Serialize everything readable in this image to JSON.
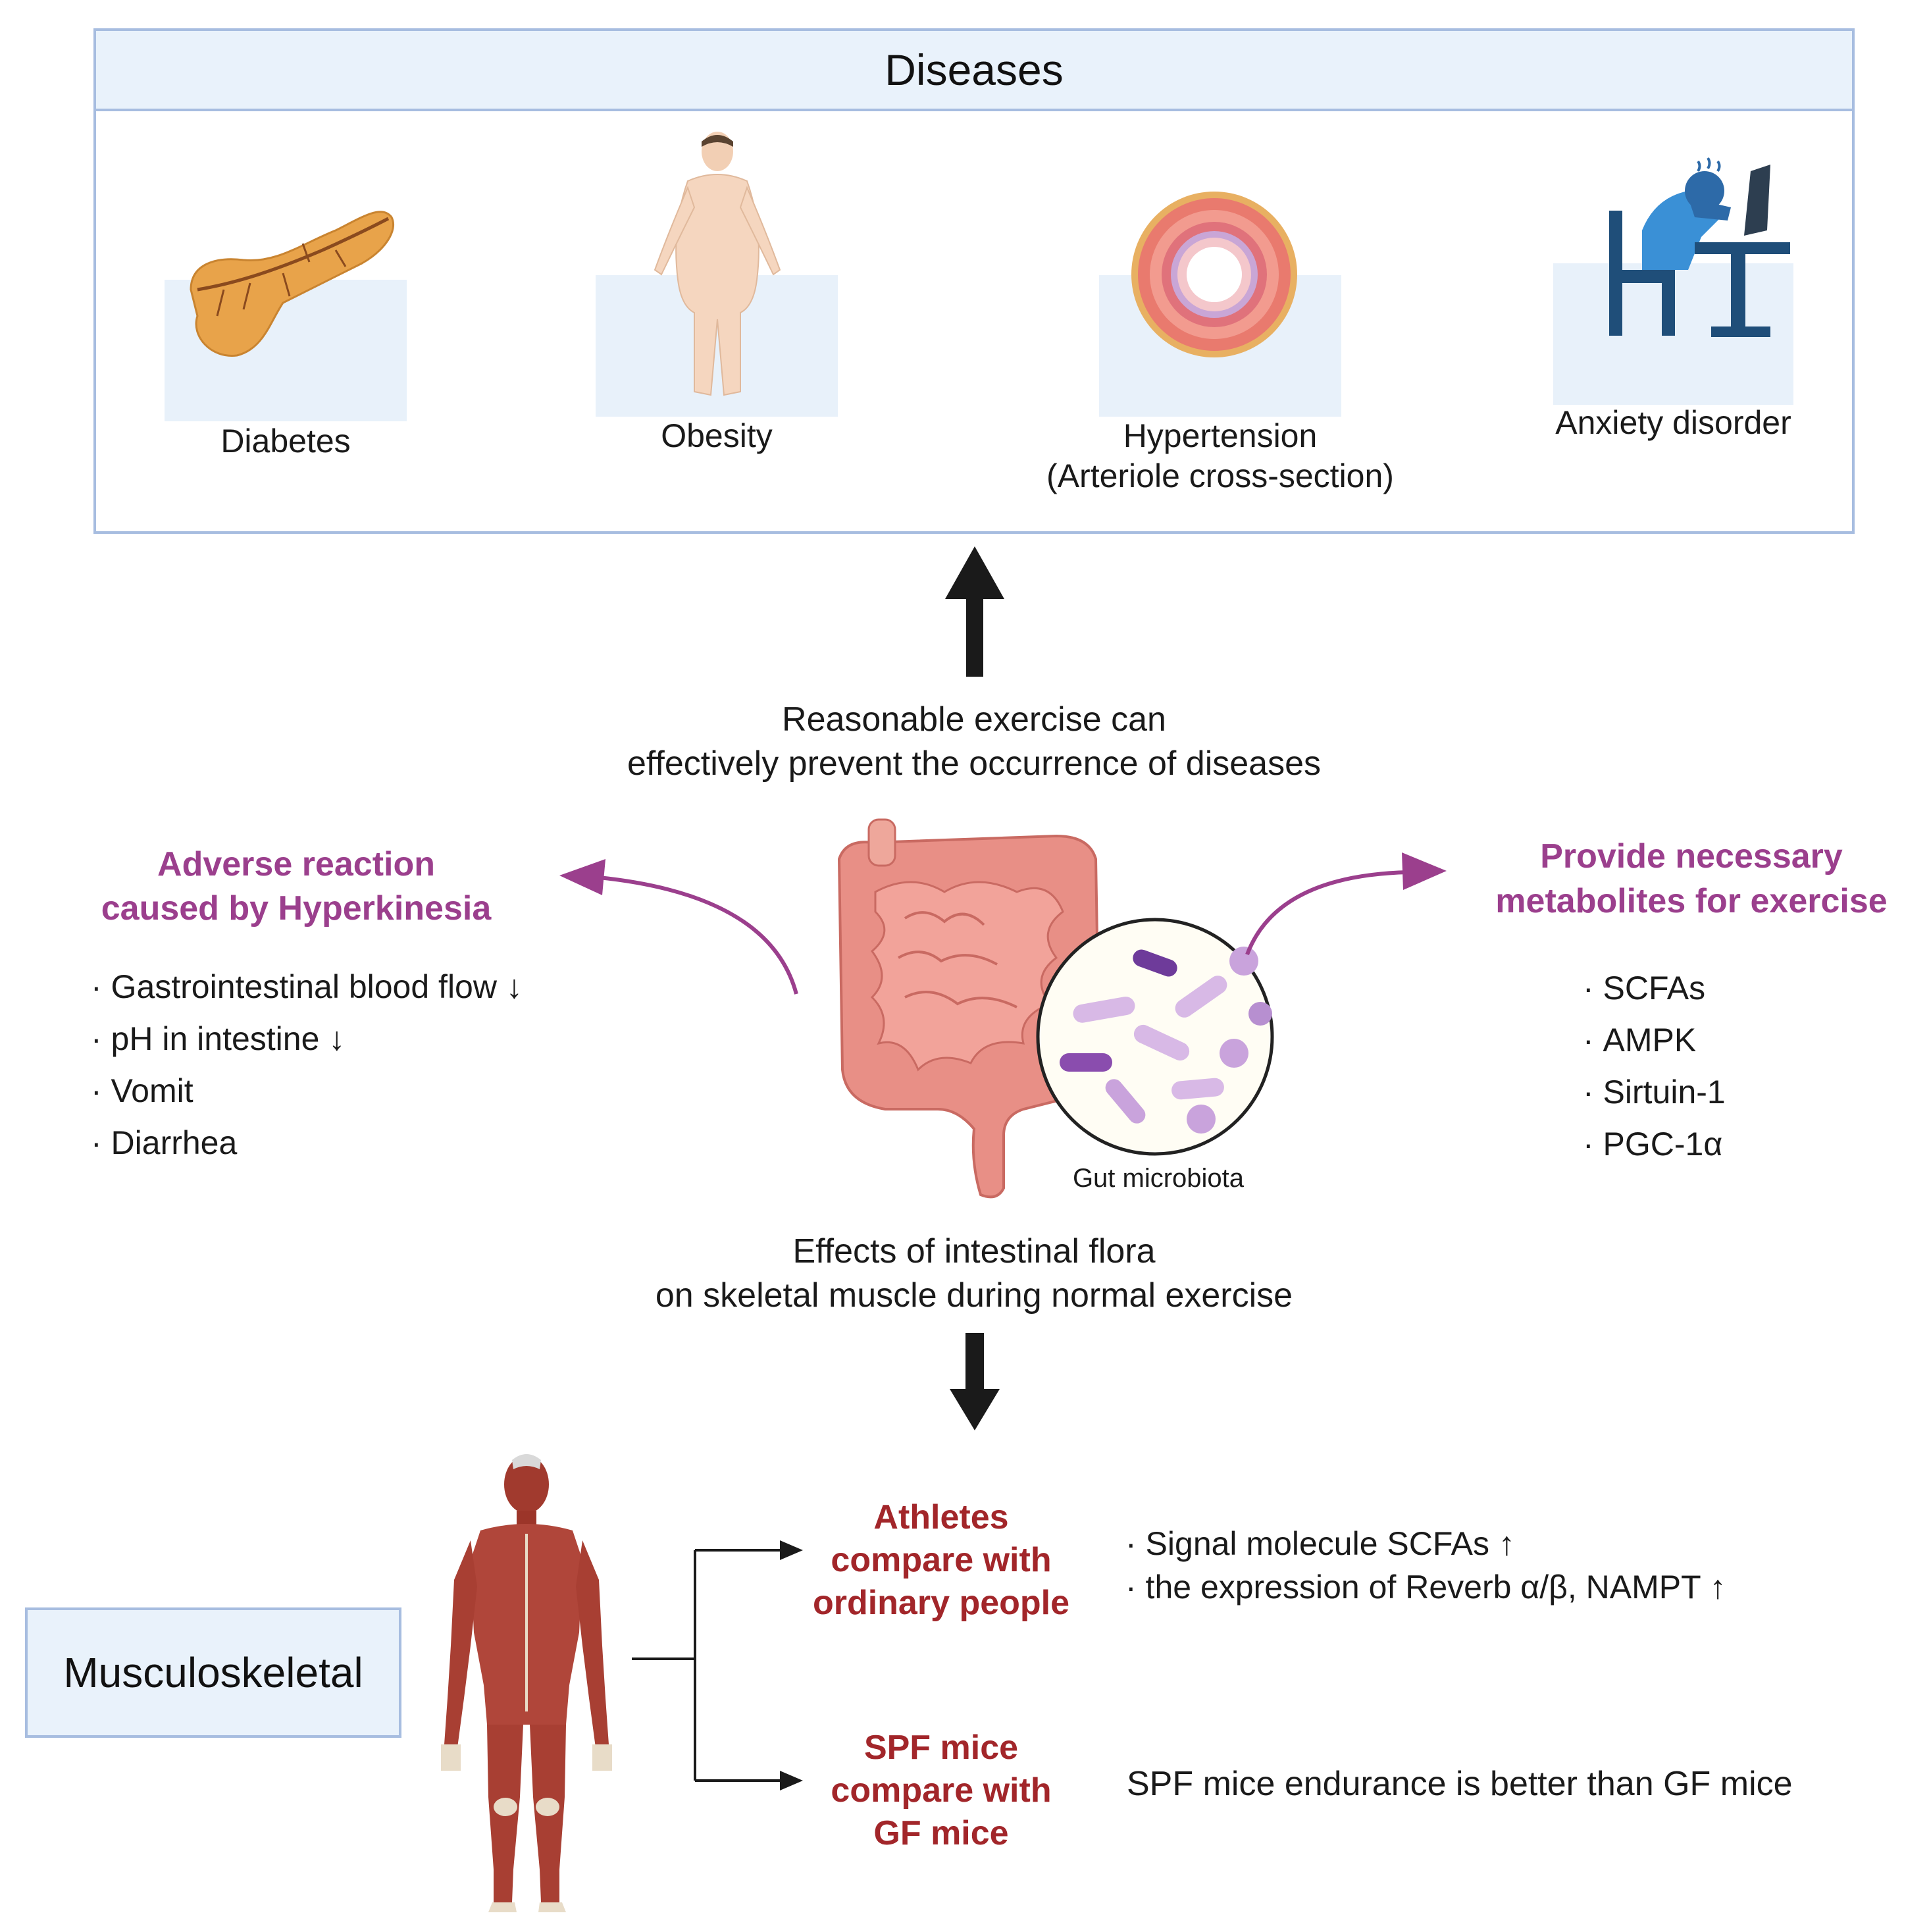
{
  "diseases": {
    "title": "Diseases",
    "items": [
      {
        "label": "Diabetes"
      },
      {
        "label": "Obesity"
      },
      {
        "label": "Hypertension",
        "sublabel": "(Arteriole cross-section)"
      },
      {
        "label": "Anxiety disorder"
      }
    ]
  },
  "center": {
    "prevent_text_line1": "Reasonable exercise can",
    "prevent_text_line2": "effectively prevent the occurrence of diseases",
    "gut_label": "Gut microbiota",
    "effects_line1": "Effects of intestinal flora",
    "effects_line2": "on skeletal muscle during normal exercise"
  },
  "left": {
    "title_line1": "Adverse reaction",
    "title_line2": "caused by Hyperkinesia",
    "items": [
      "Gastrointestinal blood flow ↓",
      "pH in intestine ↓",
      "Vomit",
      "Diarrhea"
    ]
  },
  "right": {
    "title_line1": "Provide necessary",
    "title_line2": "metabolites for exercise",
    "items": [
      "SCFAs",
      "AMPK",
      "Sirtuin-1",
      "PGC-1α"
    ]
  },
  "bottom": {
    "musculo_label": "Musculoskeletal",
    "athletes": {
      "title_line1": "Athletes",
      "title_line2": "compare with",
      "title_line3": "ordinary people",
      "items": [
        "Signal molecule SCFAs ↑",
        "the expression of Reverb α/β, NAMPT ↑"
      ]
    },
    "spf": {
      "title_line1": "SPF mice",
      "title_line2": "compare with",
      "title_line3": "GF mice",
      "result": "SPF mice endurance is better than GF mice"
    }
  },
  "colors": {
    "purple": "#9b3f8d",
    "red": "#a2262a",
    "box_border": "#a7bde0",
    "box_fill": "#e9f2fb"
  }
}
